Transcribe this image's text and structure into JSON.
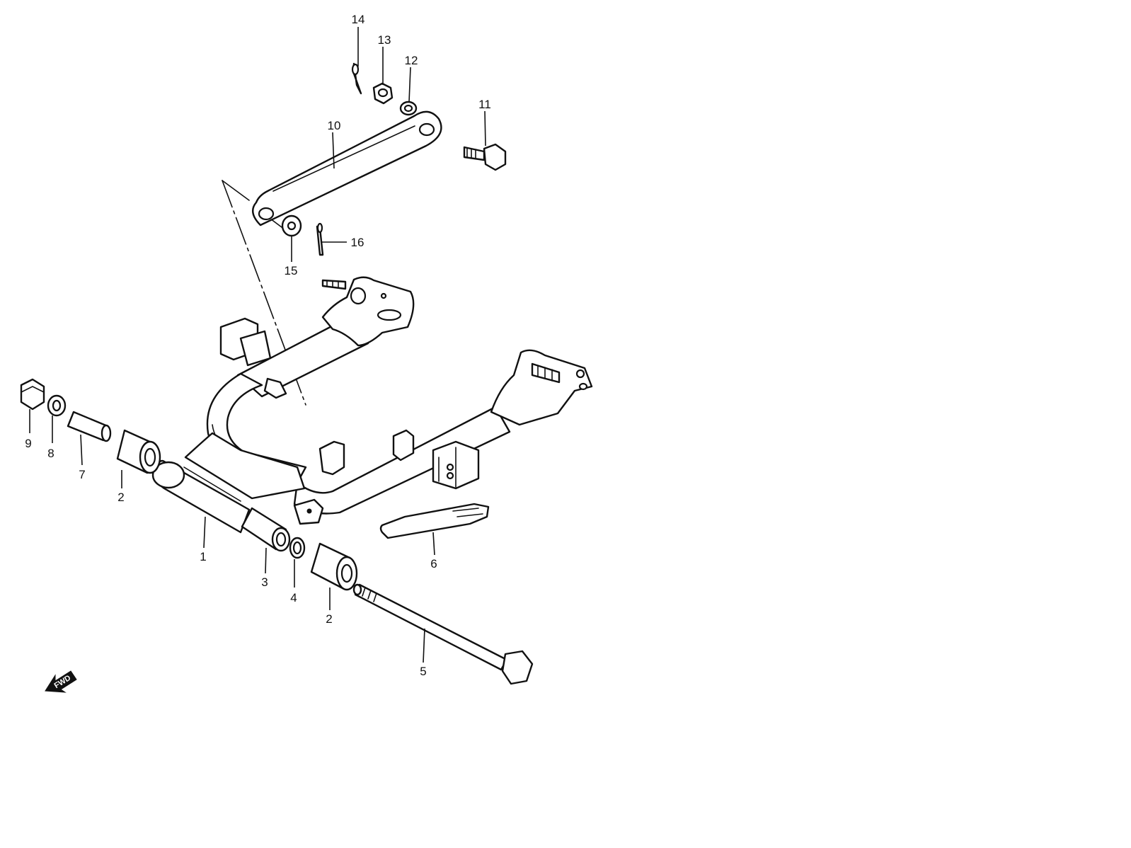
{
  "callouts": [
    {
      "id": "c1",
      "label": "1"
    },
    {
      "id": "c2a",
      "label": "2"
    },
    {
      "id": "c2b",
      "label": "2"
    },
    {
      "id": "c3",
      "label": "3"
    },
    {
      "id": "c4",
      "label": "4"
    },
    {
      "id": "c5",
      "label": "5"
    },
    {
      "id": "c6",
      "label": "6"
    },
    {
      "id": "c7",
      "label": "7"
    },
    {
      "id": "c8",
      "label": "8"
    },
    {
      "id": "c9",
      "label": "9"
    },
    {
      "id": "c10",
      "label": "10"
    },
    {
      "id": "c11",
      "label": "11"
    },
    {
      "id": "c12",
      "label": "12"
    },
    {
      "id": "c13",
      "label": "13"
    },
    {
      "id": "c14",
      "label": "14"
    },
    {
      "id": "c15",
      "label": "15"
    },
    {
      "id": "c16",
      "label": "16"
    }
  ],
  "direction_marker": {
    "label": "FWD",
    "icon": "fwd-arrow-icon"
  }
}
